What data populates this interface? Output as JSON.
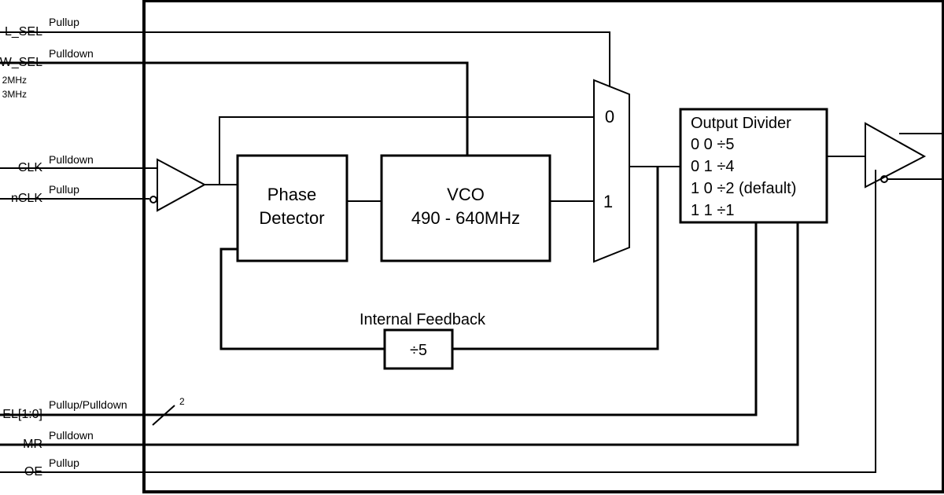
{
  "pins": {
    "pll_sel": {
      "name": "L_SEL",
      "pull": "Pullup"
    },
    "bw_sel": {
      "name": "W_SEL",
      "pull": "Pulldown",
      "note_a": ": 2MHz",
      "note_b": ": 3MHz"
    },
    "clk": {
      "name": "CLK",
      "pull": "Pulldown"
    },
    "nclk": {
      "name": "nCLK",
      "pull": "Pullup"
    },
    "sel": {
      "name": "EL[1:0]",
      "pull": "Pullup/Pulldown",
      "bus_width": "2"
    },
    "mr": {
      "name": "MR",
      "pull": "Pulldown"
    },
    "oe": {
      "name": "OE",
      "pull": "Pullup"
    }
  },
  "blocks": {
    "phase_detector": {
      "line1": "Phase",
      "line2": "Detector"
    },
    "vco": {
      "line1": "VCO",
      "line2": "490 - 640MHz"
    },
    "mux": {
      "input0": "0",
      "input1": "1"
    },
    "output_divider": {
      "title": "Output Divider",
      "rows": [
        "0 0 ÷5",
        "0 1 ÷4",
        "1 0 ÷2 (default)",
        "1 1 ÷1"
      ]
    },
    "feedback": {
      "label": "Internal Feedback",
      "divider": "÷5"
    }
  }
}
